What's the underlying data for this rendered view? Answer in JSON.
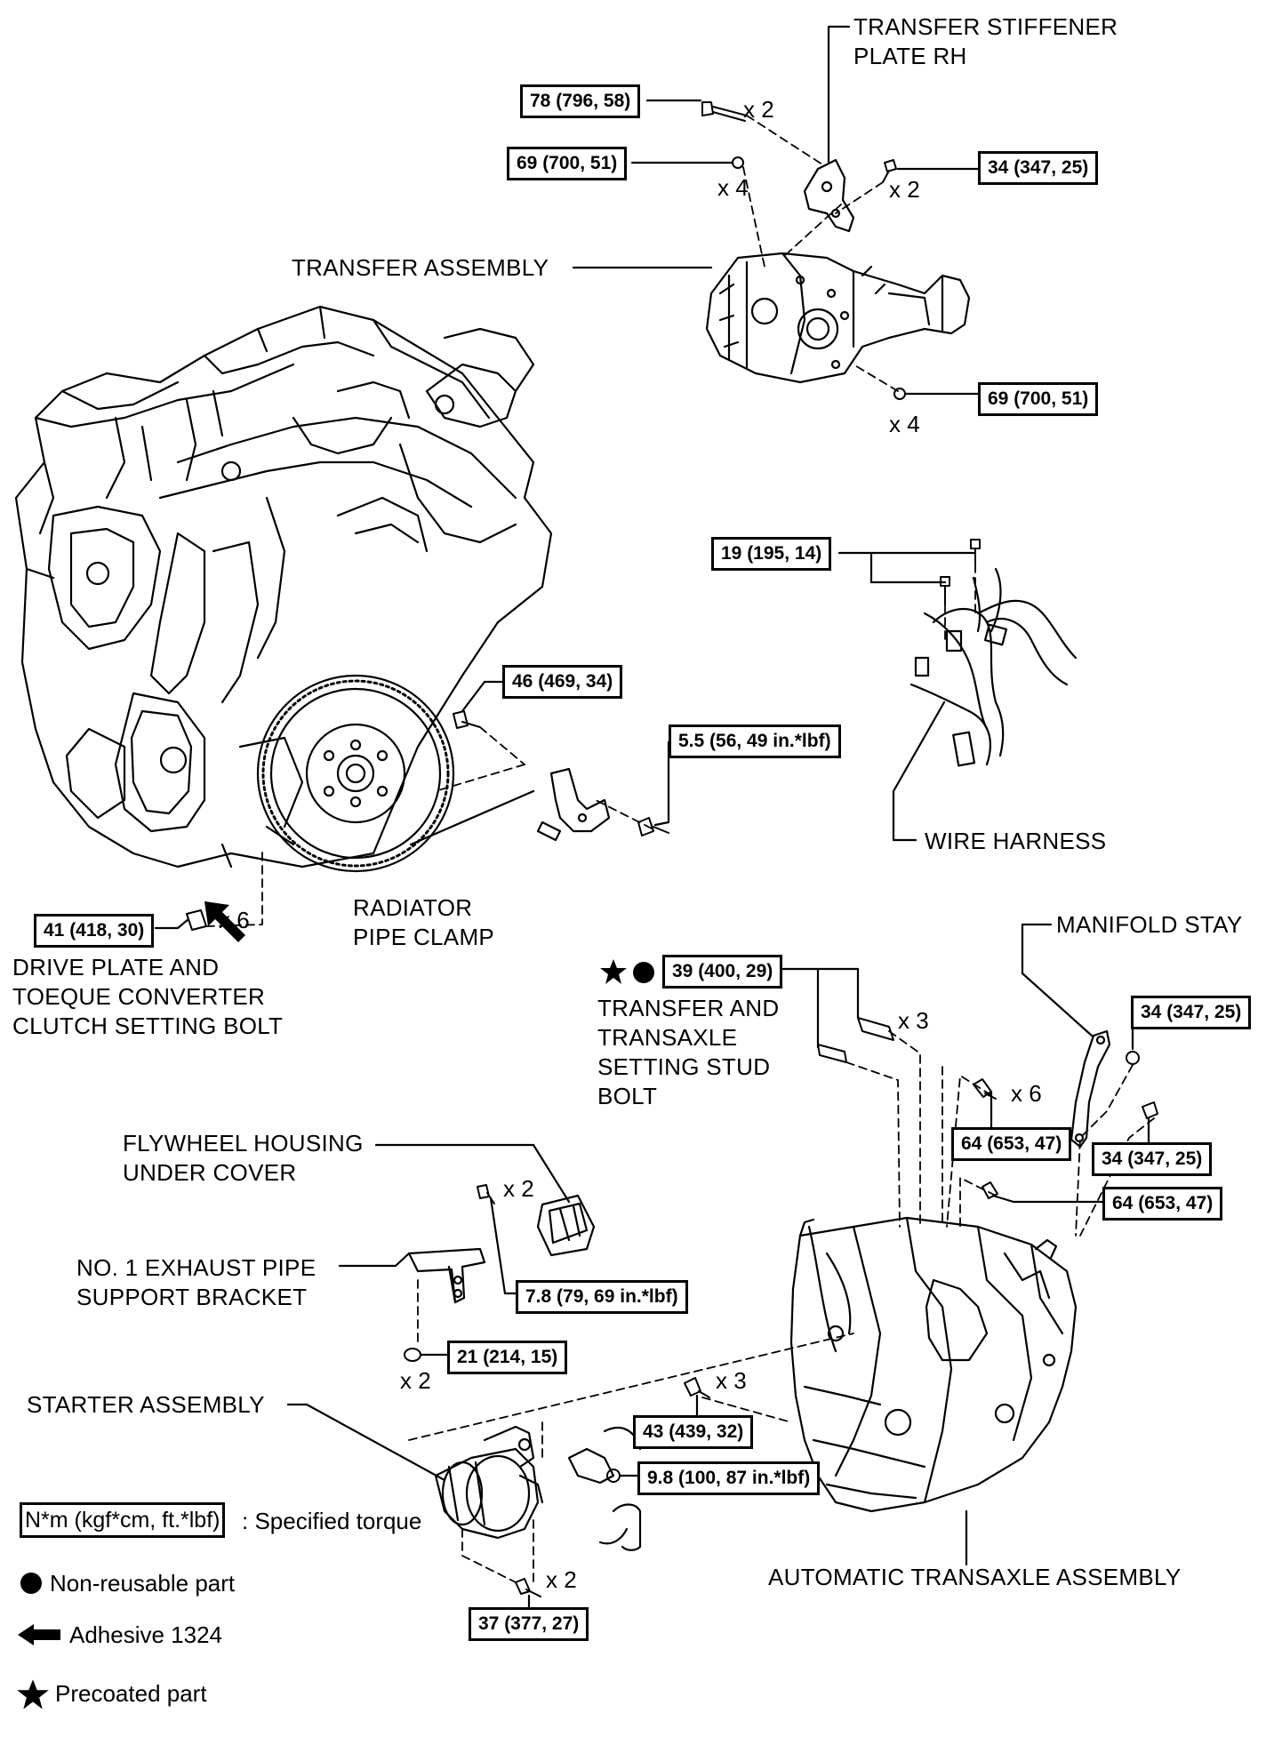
{
  "colors": {
    "ink": "#000000",
    "paper": "#ffffff"
  },
  "labels": {
    "transfer_stiffener": "TRANSFER STIFFENER",
    "plate_rh": "PLATE RH",
    "transfer_assembly": "TRANSFER ASSEMBLY",
    "wire_harness": "WIRE HARNESS",
    "radiator_pipe_clamp_1": "RADIATOR",
    "radiator_pipe_clamp_2": "PIPE CLAMP",
    "drive_plate_1": "DRIVE PLATE AND",
    "drive_plate_2": "TOEQUE CONVERTER",
    "drive_plate_3": "CLUTCH SETTING BOLT",
    "manifold_stay": "MANIFOLD STAY",
    "stud_bolt_1": "TRANSFER AND",
    "stud_bolt_2": "TRANSAXLE",
    "stud_bolt_3": "SETTING STUD",
    "stud_bolt_4": "BOLT",
    "flywheel_cover_1": "FLYWHEEL HOUSING",
    "flywheel_cover_2": "UNDER COVER",
    "exhaust_bracket_1": "NO. 1 EXHAUST PIPE",
    "exhaust_bracket_2": "SUPPORT BRACKET",
    "starter_assembly": "STARTER ASSEMBLY",
    "automatic_transaxle": "AUTOMATIC TRANSAXLE ASSEMBLY"
  },
  "torques": {
    "t78": "78 (796, 58)",
    "t69a": "69 (700, 51)",
    "t34a": "34 (347, 25)",
    "t69b": "69 (700, 51)",
    "t19": "19 (195, 14)",
    "t46": "46 (469, 34)",
    "t5_5": "5.5 (56, 49 in.*lbf)",
    "t41": "41 (418, 30)",
    "t39": "39 (400, 29)",
    "t34b": "34 (347, 25)",
    "t64a": "64 (653, 47)",
    "t34c": "34 (347, 25)",
    "t64b": "64 (653, 47)",
    "t7_8": "7.8 (79, 69 in.*lbf)",
    "t21": "21 (214, 15)",
    "t43": "43 (439, 32)",
    "t9_8": "9.8 (100, 87 in.*lbf)",
    "t37": "37 (377, 27)"
  },
  "quantities": {
    "q_x2_a": "x 2",
    "q_x4_a": "x 4",
    "q_x2_b": "x 2",
    "q_x4_b": "x 4",
    "q_x6_a": "x 6",
    "q_x3_a": "x 3",
    "q_x6_b": "x 6",
    "q_x2_c": "x 2",
    "q_x2_d": "x 2",
    "q_x3_b": "x 3",
    "q_x2_e": "x 2"
  },
  "legend": {
    "torque_box": "N*m (kgf*cm, ft.*lbf)",
    "torque_text": ": Specified torque",
    "non_reusable": "Non-reusable part",
    "adhesive": "Adhesive 1324",
    "precoated": "Precoated part"
  },
  "icons": {
    "non_reusable": "filled-circle-icon",
    "adhesive": "left-arrow-icon",
    "precoated": "star-icon"
  }
}
